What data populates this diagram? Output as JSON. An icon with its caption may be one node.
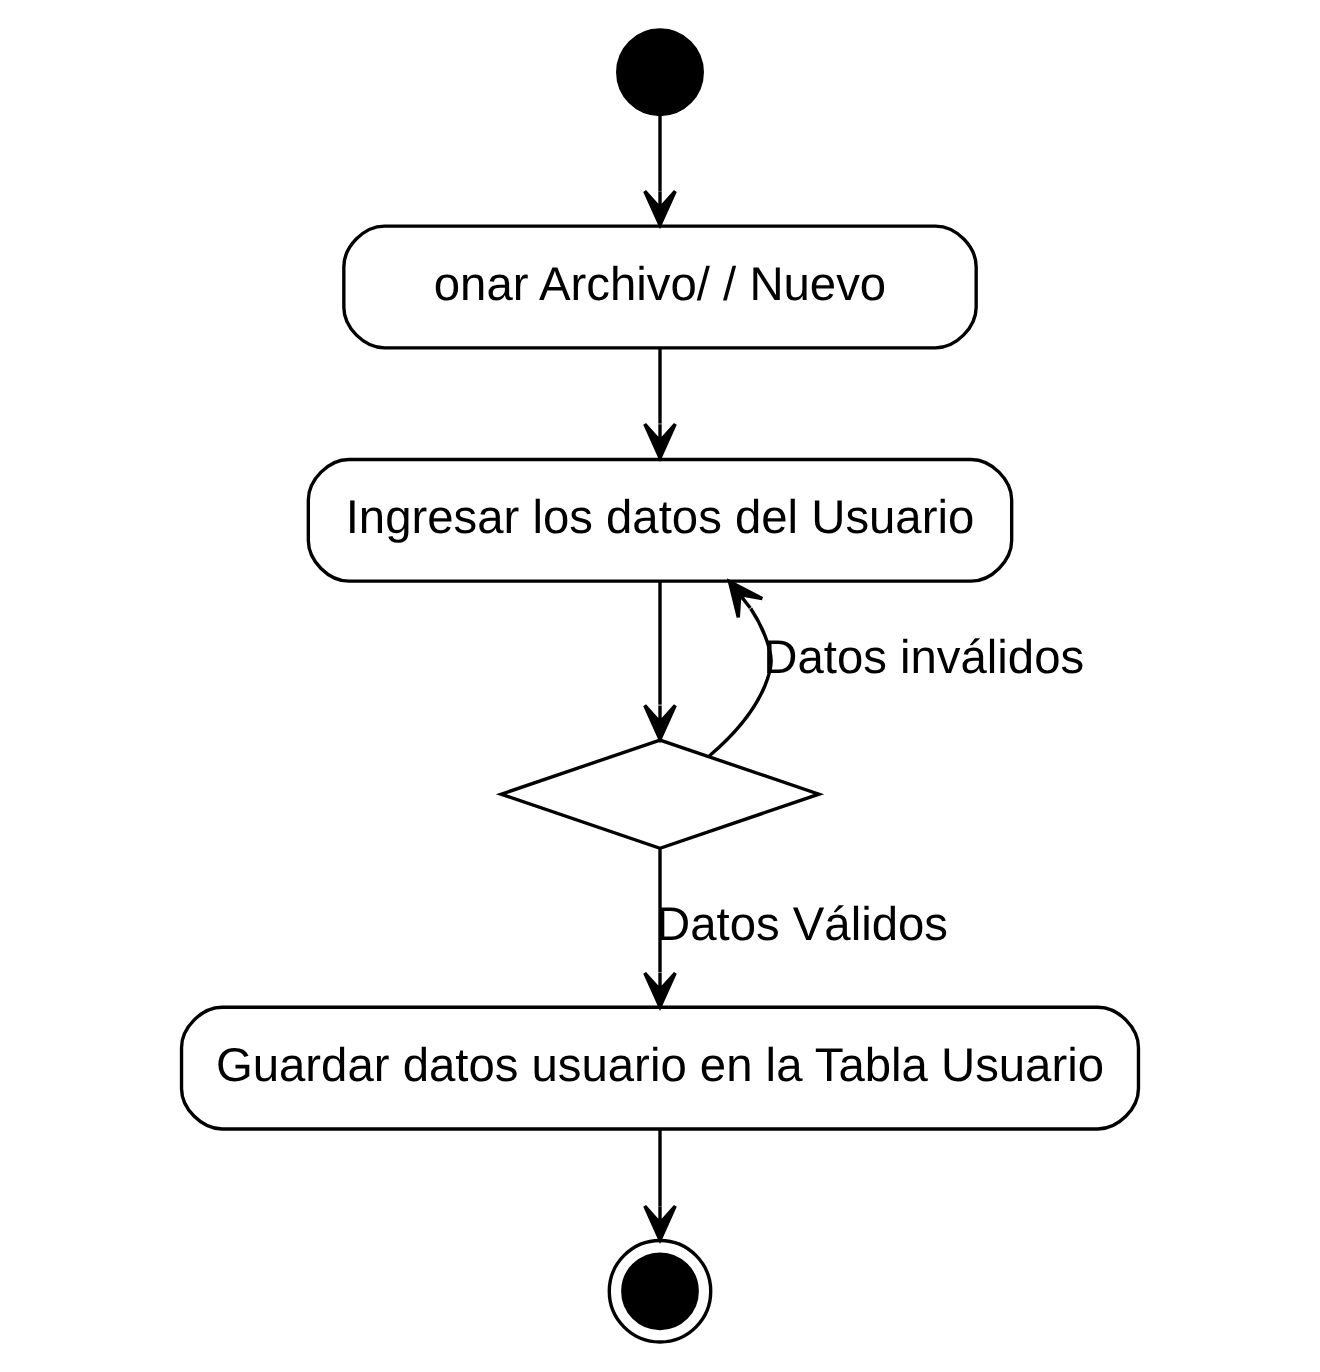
{
  "diagram": {
    "nodes": [
      {
        "text": [],
        "shape": "circle"
      },
      {
        "text": [
          "onar Archivo/ / Nuevo"
        ]
      },
      {
        "text": [
          "Ingresar los datos del Usuario"
        ]
      },
      {
        "text": [],
        "shape": "diamond"
      },
      {
        "text": [
          "Guardar datos usuario en la Tabla Usuario"
        ]
      },
      {
        "text": [],
        "shape": "bullseye"
      }
    ],
    "edges": [
      {
        "from": 0,
        "to": 1,
        "arrow": "to"
      },
      {
        "from": 1,
        "to": 2,
        "arrow": "to"
      },
      {
        "from": 2,
        "to": 3,
        "arrow": "to"
      },
      {
        "from": 3,
        "to": 2,
        "arrow": "to",
        "label": "Datos inválidos"
      },
      {
        "from": 3,
        "to": 4,
        "arrow": "to",
        "label": "Datos Válidos"
      },
      {
        "from": 4,
        "to": 5,
        "arrow": "to"
      }
    ]
  }
}
